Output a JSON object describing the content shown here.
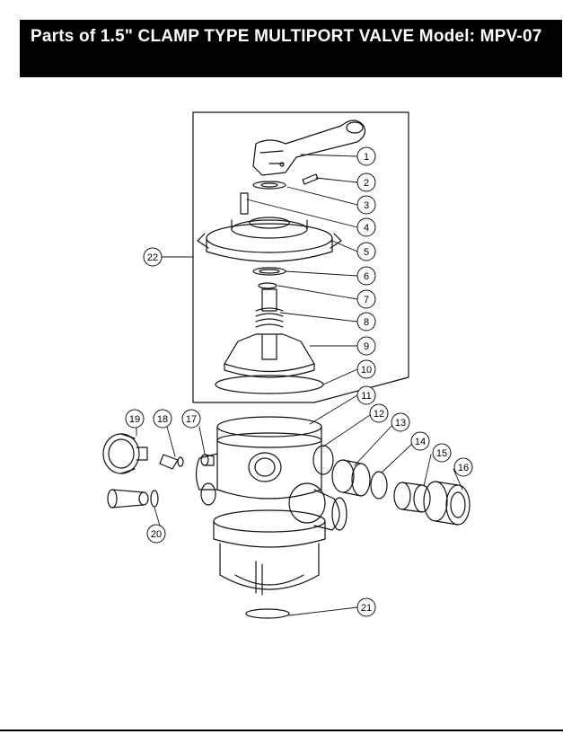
{
  "header": {
    "title": "Parts of 1.5\" CLAMP TYPE MULTIPORT VALVE Model: MPV-07"
  },
  "diagram": {
    "callouts": [
      "1",
      "2",
      "3",
      "4",
      "5",
      "6",
      "7",
      "8",
      "9",
      "10",
      "11",
      "12",
      "13",
      "14",
      "15",
      "16",
      "17",
      "18",
      "19",
      "20",
      "21",
      "22"
    ]
  },
  "colors": {
    "header_bg": "#000000",
    "header_text": "#ffffff",
    "line": "#111111"
  }
}
